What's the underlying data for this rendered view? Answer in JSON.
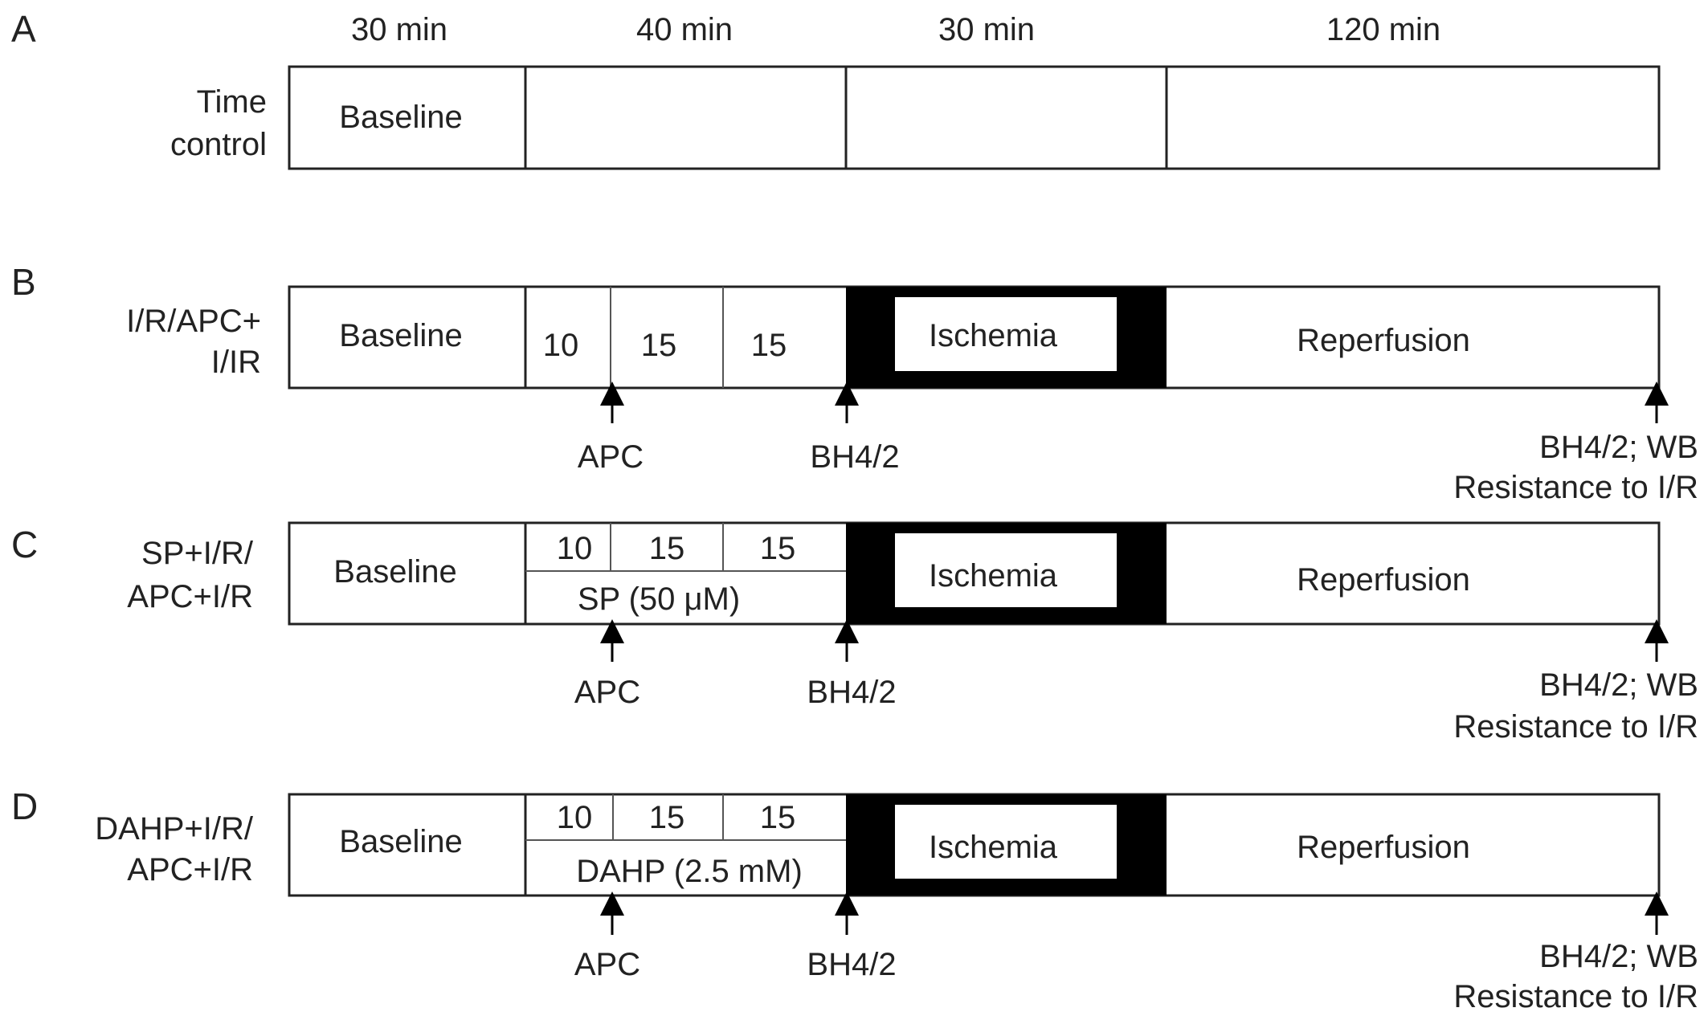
{
  "durations": [
    "30 min",
    "40 min",
    "30 min",
    "120 min"
  ],
  "panels": [
    {
      "letter": "A",
      "group_lines": [
        "Time",
        "control"
      ],
      "baseline": "Baseline"
    },
    {
      "letter": "B",
      "group_lines": [
        "I/R/APC+",
        "I/IR"
      ],
      "baseline": "Baseline",
      "sub_intervals": [
        "10",
        "15",
        "15"
      ],
      "ischemia": "Ischemia",
      "reperfusion": "Reperfusion",
      "markers": [
        "APC",
        "BH4/2"
      ],
      "end_marker_lines": [
        "BH4/2; WB",
        "Resistance to I/R"
      ]
    },
    {
      "letter": "C",
      "group_lines": [
        "SP+I/R/",
        "APC+I/R"
      ],
      "baseline": "Baseline",
      "sub_intervals": [
        "10",
        "15",
        "15"
      ],
      "treatment": "SP (50 μM)",
      "ischemia": "Ischemia",
      "reperfusion": "Reperfusion",
      "markers": [
        "APC",
        "BH4/2"
      ],
      "end_marker_lines": [
        "BH4/2; WB",
        "Resistance to I/R"
      ]
    },
    {
      "letter": "D",
      "group_lines": [
        "DAHP+I/R/",
        "APC+I/R"
      ],
      "baseline": "Baseline",
      "sub_intervals": [
        "10",
        "15",
        "15"
      ],
      "treatment": "DAHP (2.5 mM)",
      "ischemia": "Ischemia",
      "reperfusion": "Reperfusion",
      "markers": [
        "APC",
        "BH4/2"
      ],
      "end_marker_lines": [
        "BH4/2; WB",
        "Resistance to I/R"
      ]
    }
  ],
  "colors": {
    "line": "#222222",
    "fill_black": "#000000",
    "background": "#ffffff"
  }
}
